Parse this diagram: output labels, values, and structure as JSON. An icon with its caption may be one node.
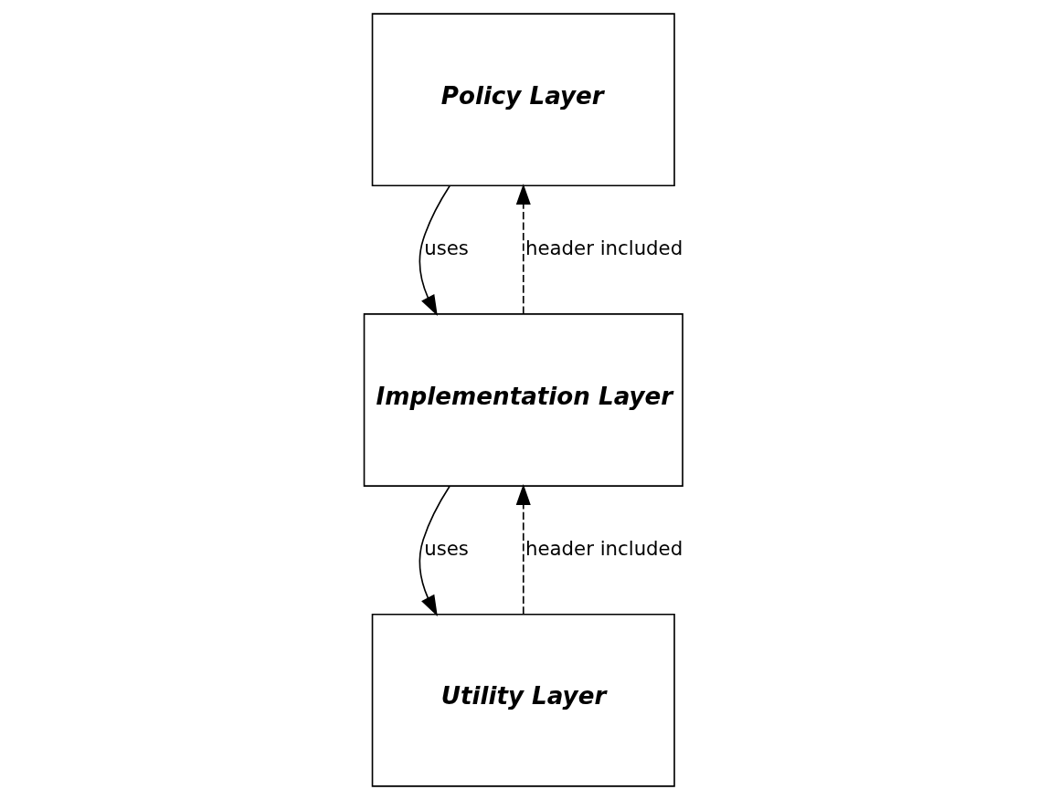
{
  "diagram": {
    "nodes": [
      {
        "text": [
          "Policy Layer"
        ]
      },
      {
        "text": [
          "Implementation Layer"
        ]
      },
      {
        "text": [
          "Utility Layer"
        ]
      }
    ],
    "edges": [
      {
        "from": 0,
        "to": 1,
        "arrow": "to",
        "label": "uses"
      },
      {
        "from": 1,
        "to": 0,
        "arrow": "to",
        "label": "header included",
        "style": "dashed"
      },
      {
        "from": 1,
        "to": 2,
        "arrow": "to",
        "label": "uses"
      },
      {
        "from": 2,
        "to": 1,
        "arrow": "to",
        "label": "header included",
        "style": "dashed"
      }
    ]
  }
}
